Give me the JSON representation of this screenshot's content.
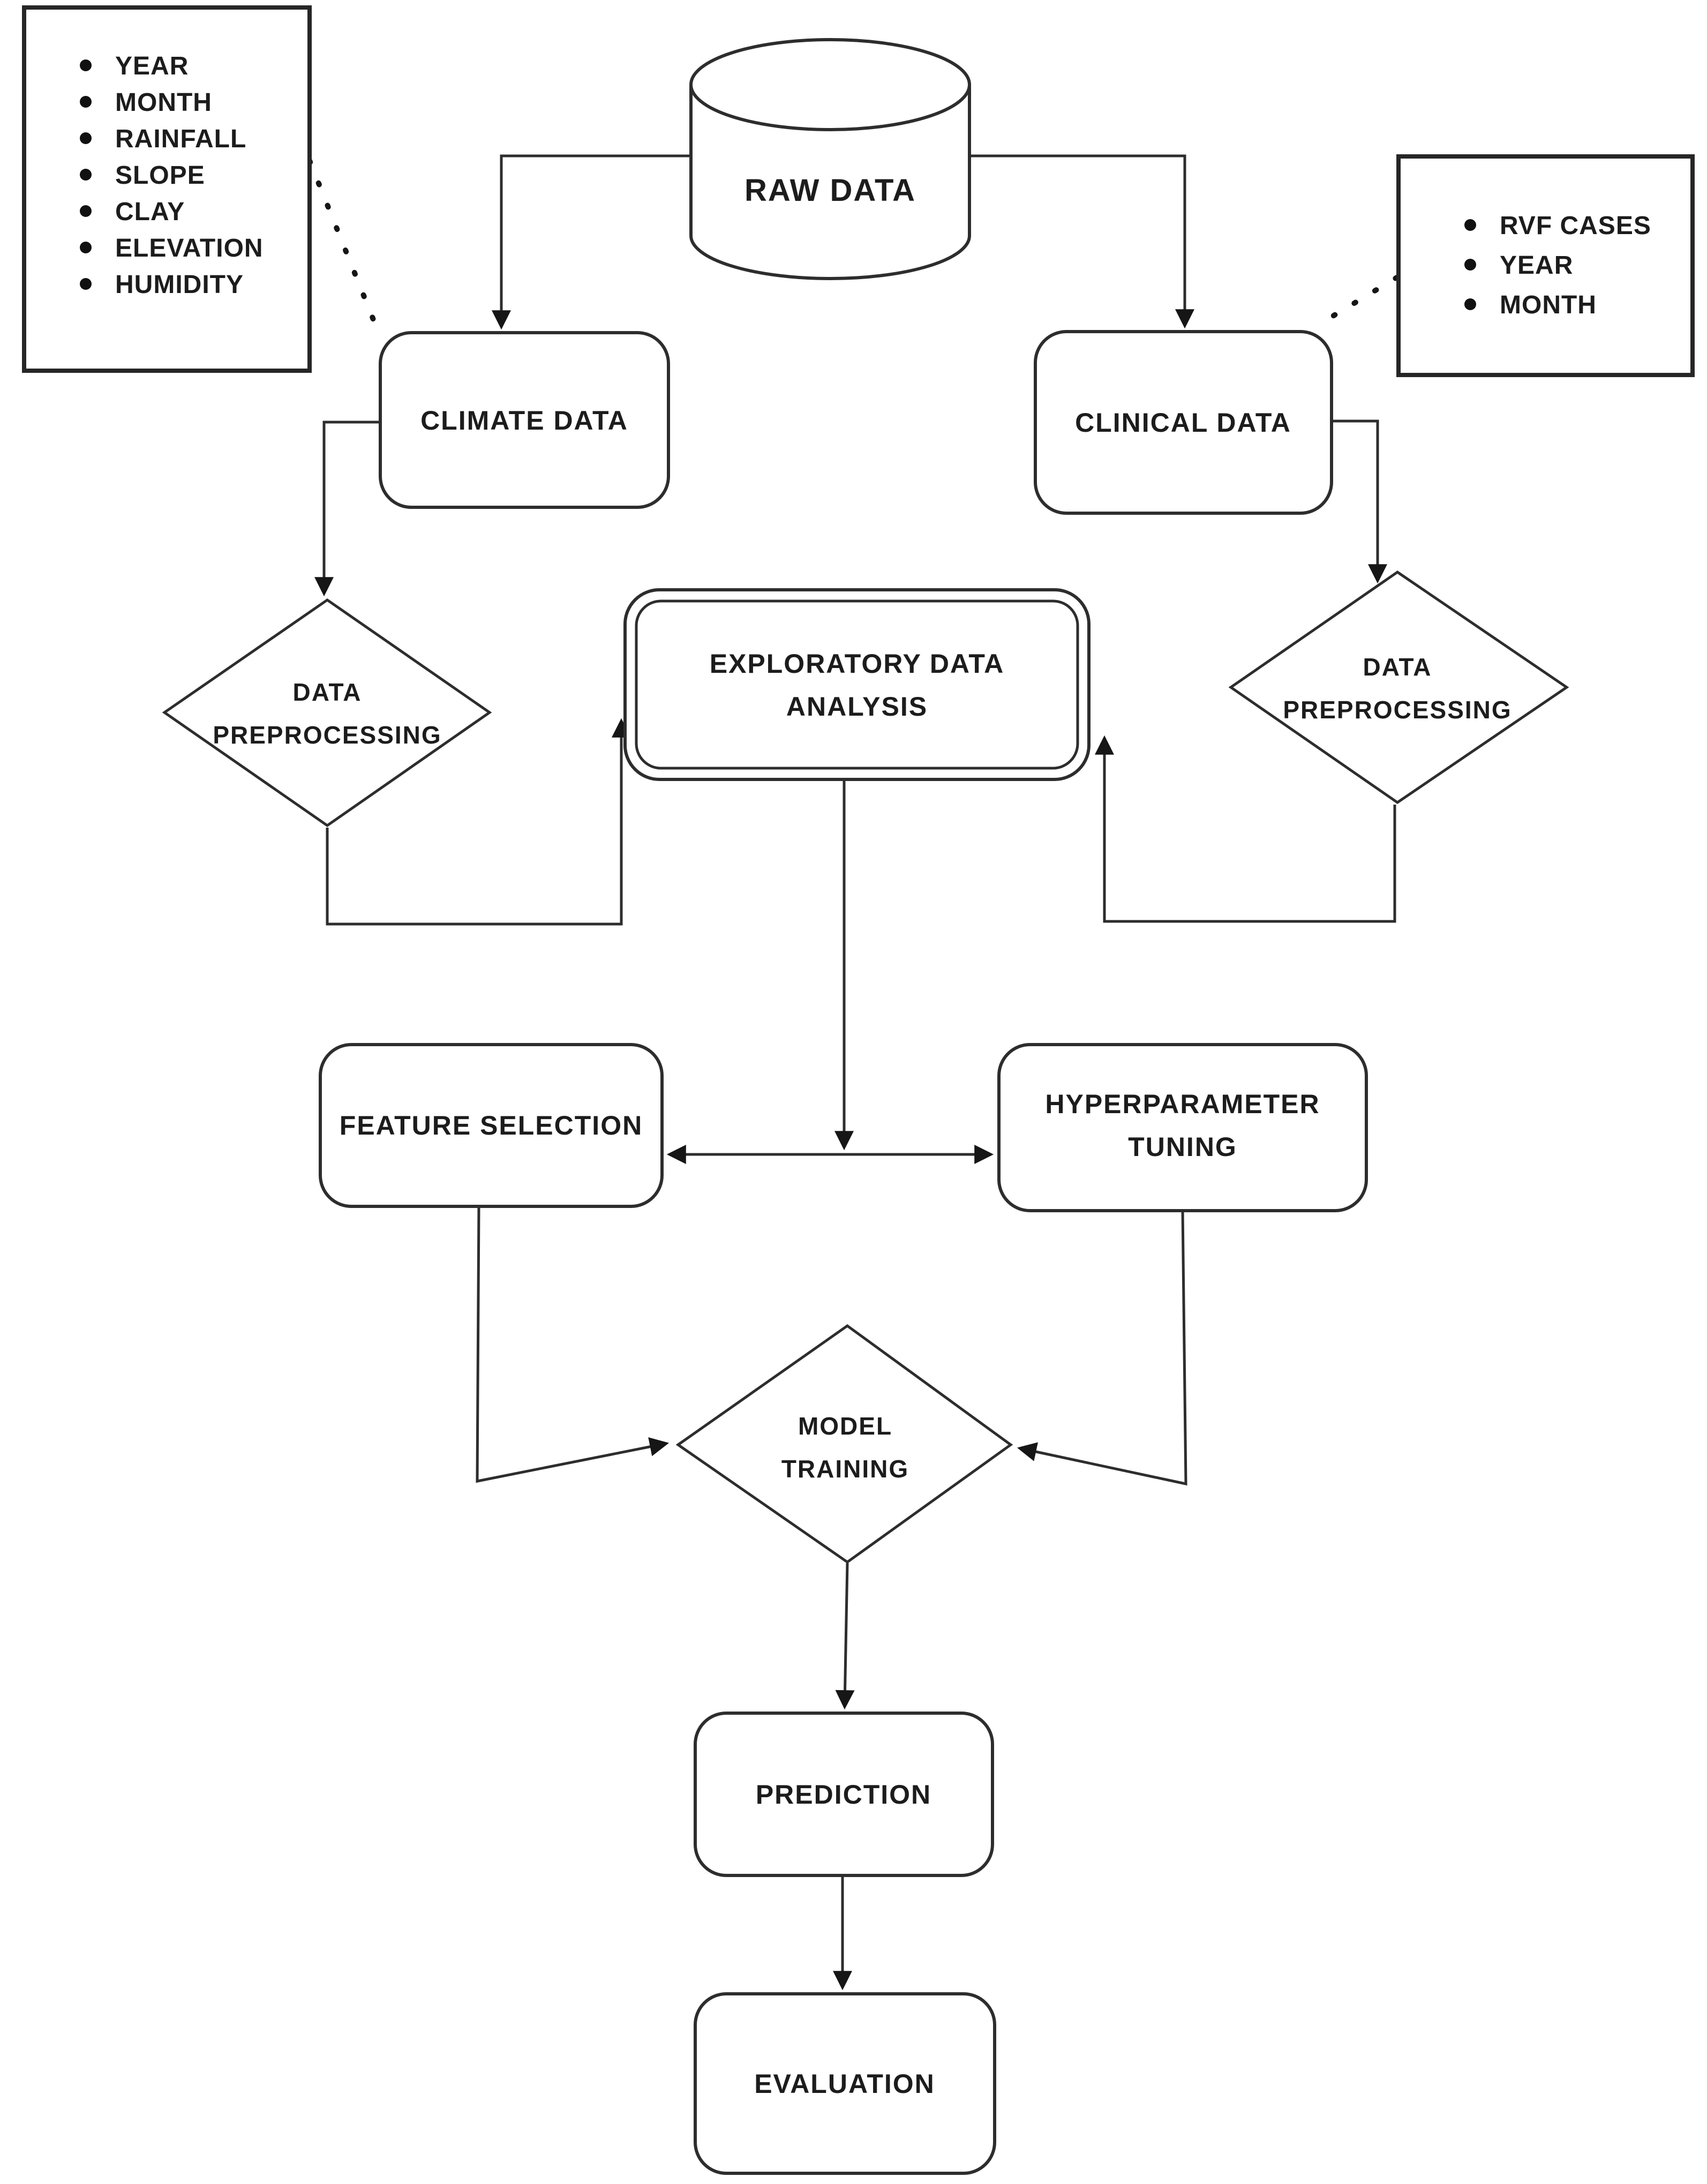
{
  "diagram": {
    "type": "flowchart",
    "background": "#ffffff",
    "colors": {
      "stroke": "#2d2d2d",
      "text": "#1c1c1c",
      "arrowhead": "#161616"
    },
    "nodes": {
      "raw_data": {
        "label": "RAW DATA",
        "shape": "database-cylinder"
      },
      "climate_data": {
        "label": "CLIMATE DATA",
        "shape": "rounded-rectangle"
      },
      "clinical_data": {
        "label": "CLINICAL DATA",
        "shape": "rounded-rectangle"
      },
      "preprocessing_left": {
        "line1": "DATA",
        "line2": "PREPROCESSING",
        "shape": "diamond"
      },
      "preprocessing_right": {
        "line1": "DATA",
        "line2": "PREPROCESSING",
        "shape": "diamond"
      },
      "eda": {
        "line1": "EXPLORATORY DATA",
        "line2": "ANALYSIS",
        "shape": "double-rounded-rectangle"
      },
      "feature_selection": {
        "label": "FEATURE SELECTION",
        "shape": "rounded-rectangle"
      },
      "hyperparameter_tuning": {
        "line1": "HYPERPARAMETER",
        "line2": "TUNING",
        "shape": "rounded-rectangle"
      },
      "model_training": {
        "line1": "MODEL",
        "line2": "TRAINING",
        "shape": "diamond"
      },
      "prediction": {
        "label": "PREDICTION",
        "shape": "rounded-rectangle"
      },
      "evaluation": {
        "label": "EVALUATION",
        "shape": "rounded-rectangle"
      }
    },
    "annotations": {
      "climate_fields": {
        "items": [
          "YEAR",
          "MONTH",
          "RAINFALL",
          "SLOPE",
          "CLAY",
          "ELEVATION",
          "HUMIDITY"
        ]
      },
      "clinical_fields": {
        "items": [
          "RVF CASES",
          "YEAR",
          "MONTH"
        ]
      }
    },
    "connections": [
      {
        "from": "raw_data",
        "to": "climate_data",
        "style": "arrow"
      },
      {
        "from": "raw_data",
        "to": "clinical_data",
        "style": "arrow"
      },
      {
        "from": "climate_fields",
        "to": "climate_data",
        "style": "dotted"
      },
      {
        "from": "clinical_fields",
        "to": "clinical_data",
        "style": "dotted"
      },
      {
        "from": "climate_data",
        "to": "preprocessing_left",
        "style": "arrow"
      },
      {
        "from": "clinical_data",
        "to": "preprocessing_right",
        "style": "arrow"
      },
      {
        "from": "preprocessing_left",
        "to": "eda",
        "style": "arrow"
      },
      {
        "from": "preprocessing_right",
        "to": "eda",
        "style": "arrow"
      },
      {
        "from": "eda",
        "to": "feature_selection",
        "style": "arrow"
      },
      {
        "from": "eda",
        "to": "hyperparameter_tuning",
        "style": "arrow"
      },
      {
        "from": "feature_selection",
        "to": "model_training",
        "style": "arrow"
      },
      {
        "from": "hyperparameter_tuning",
        "to": "model_training",
        "style": "arrow"
      },
      {
        "from": "model_training",
        "to": "prediction",
        "style": "arrow"
      },
      {
        "from": "prediction",
        "to": "evaluation",
        "style": "arrow"
      }
    ]
  }
}
